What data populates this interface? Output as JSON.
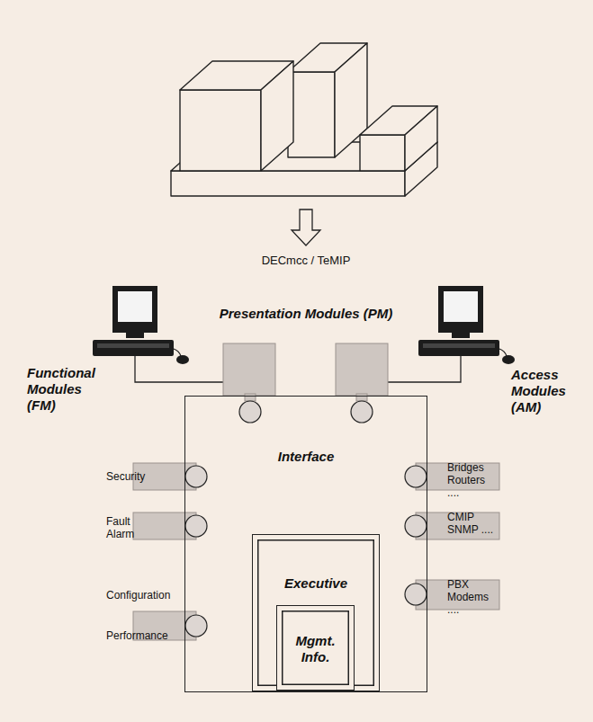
{
  "diagram": {
    "nodes": [
      {
        "text": [
          "Interface"
        ]
      },
      {
        "text": [
          "Executive"
        ],
        "in": 0
      },
      {
        "text": [
          "Mgmt. Info."
        ],
        "in": 1
      }
    ],
    "labels": [
      "DECmcc / TeMIP",
      "Presentation Modules (PM)",
      "Functional Modules (FM)",
      "Access Modules (AM)",
      "Security",
      "Fault Alarm",
      "Configuration",
      "Performance",
      "Bridges Routers ....",
      "CMIP SNMP ....",
      "PBX Modems ...."
    ]
  }
}
